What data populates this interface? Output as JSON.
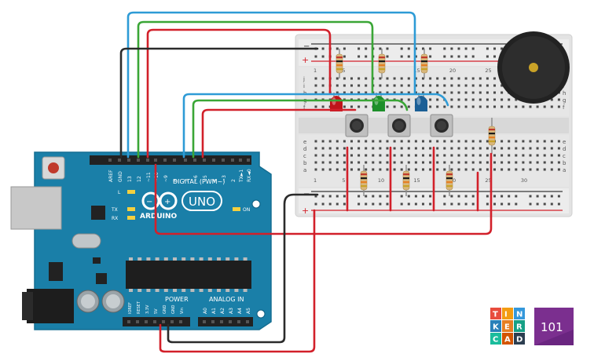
{
  "arduino": {
    "brand": "ARDUINO",
    "model": "UNO",
    "on_label": "ON",
    "tx_label": "TX",
    "rx_label": "RX",
    "l_label": "L",
    "digital_label": "DIGITAL (PWM~)",
    "power_label": "POWER",
    "analog_label": "ANALOG IN",
    "digital_pins": [
      "AREF",
      "GND",
      "13",
      "12",
      "~11",
      "~10",
      "~9",
      "8",
      "7",
      "~6",
      "~5",
      "4",
      "~3",
      "2",
      "TX►1",
      "RX◄0"
    ],
    "power_pins": [
      "IOREF",
      "RESET",
      "3.3V",
      "5V",
      "GND",
      "GND",
      "Vin"
    ],
    "analog_pins": [
      "A0",
      "A1",
      "A2",
      "A3",
      "A4",
      "A5"
    ]
  },
  "breadboard": {
    "rail_plus": "+",
    "rail_minus": "−",
    "row_letters_top": [
      "j",
      "i",
      "h",
      "g",
      "f"
    ],
    "row_letters_bottom": [
      "e",
      "d",
      "c",
      "b",
      "a"
    ],
    "column_numbers": [
      "1",
      "5",
      "10",
      "15",
      "20",
      "25",
      "30"
    ]
  },
  "components": {
    "leds": [
      {
        "color": "red",
        "fill": "#c0141a"
      },
      {
        "color": "green",
        "fill": "#1e8f2a"
      },
      {
        "color": "blue",
        "fill": "#1b5f96"
      }
    ],
    "buttons": 3,
    "resistors": 7,
    "buzzer": "piezo"
  },
  "wire_colors": {
    "red": "#d2202a",
    "green": "#3aa636",
    "blue": "#2e9bd6",
    "black": "#2b2b2b"
  },
  "logo": {
    "letters": [
      "T",
      "I",
      "N",
      "K",
      "E",
      "R",
      "C",
      "A",
      "D"
    ],
    "badge": "101",
    "colors": [
      "#e84c3d",
      "#f39c12",
      "#3498db",
      "#2980b9",
      "#e67e22",
      "#16a085",
      "#1abc9c",
      "#d35400",
      "#2c3e50"
    ]
  }
}
